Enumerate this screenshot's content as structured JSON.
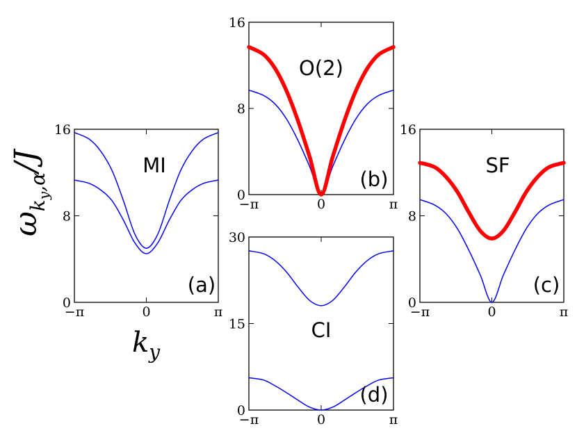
{
  "figure": {
    "ylabel": "ω_{k_y,α}/J",
    "ylabel_main": "ω",
    "ylabel_sub": "k",
    "ylabel_subsub": "y",
    "ylabel_comma": ",α",
    "ylabel_tail": "/J",
    "xlabel": "k_y",
    "xlabel_main": "k",
    "xlabel_sub": "y"
  },
  "colors": {
    "thin_curve": "#0000ff",
    "thick_curve": "#ff0000",
    "axis": "#000000"
  },
  "chart_data": [
    {
      "id": "a",
      "type": "line",
      "tag": "(a)",
      "phase_label": "MI",
      "xlim": [
        -3.14159,
        3.14159
      ],
      "ylim": [
        0,
        16
      ],
      "xticks": [
        "−π",
        "0",
        "π"
      ],
      "yticks": [
        "0",
        "8",
        "16"
      ],
      "series": [
        {
          "style": "thin",
          "x": [
            -3.1416,
            -2.5,
            -2.0,
            -1.5,
            -1.0,
            -0.5,
            0,
            0.5,
            1.0,
            1.5,
            2.0,
            2.5,
            3.1416
          ],
          "values": [
            15.7,
            15.1,
            14.0,
            12.2,
            9.4,
            6.3,
            5.0,
            6.3,
            9.4,
            12.2,
            14.0,
            15.1,
            15.7
          ]
        },
        {
          "style": "thin",
          "x": [
            -3.1416,
            -2.5,
            -2.0,
            -1.5,
            -1.0,
            -0.5,
            0,
            0.5,
            1.0,
            1.5,
            2.0,
            2.5,
            3.1416
          ],
          "values": [
            11.3,
            11.0,
            10.4,
            9.4,
            7.6,
            5.5,
            4.5,
            5.5,
            7.6,
            9.4,
            10.4,
            11.0,
            11.3
          ]
        }
      ]
    },
    {
      "id": "b",
      "type": "line",
      "tag": "(b)",
      "phase_label": "O(2)",
      "xlim": [
        -3.14159,
        3.14159
      ],
      "ylim": [
        0,
        16
      ],
      "xticks": [
        "−π",
        "0",
        "π"
      ],
      "yticks": [
        "0",
        "8",
        "16"
      ],
      "series": [
        {
          "style": "thin",
          "x": [
            -3.1416,
            -2.5,
            -2.0,
            -1.5,
            -1.0,
            -0.5,
            0,
            0.5,
            1.0,
            1.5,
            2.0,
            2.5,
            3.1416
          ],
          "values": [
            9.7,
            9.2,
            8.4,
            7.0,
            5.0,
            2.6,
            0,
            2.6,
            5.0,
            7.0,
            8.4,
            9.2,
            9.7
          ]
        },
        {
          "style": "thick",
          "x": [
            -3.1416,
            -2.5,
            -2.0,
            -1.5,
            -1.0,
            -0.5,
            0,
            0.5,
            1.0,
            1.5,
            2.0,
            2.5,
            3.1416
          ],
          "values": [
            13.7,
            13.0,
            11.7,
            9.6,
            6.8,
            3.5,
            0,
            3.5,
            6.8,
            9.6,
            11.7,
            13.0,
            13.7
          ]
        }
      ]
    },
    {
      "id": "c",
      "type": "line",
      "tag": "(c)",
      "phase_label": "SF",
      "xlim": [
        -3.14159,
        3.14159
      ],
      "ylim": [
        0,
        16
      ],
      "xticks": [
        "−π",
        "0",
        "π"
      ],
      "yticks": [
        "0",
        "8",
        "16"
      ],
      "series": [
        {
          "style": "thin",
          "x": [
            -3.1416,
            -2.5,
            -2.0,
            -1.5,
            -1.0,
            -0.5,
            0,
            0.5,
            1.0,
            1.5,
            2.0,
            2.5,
            3.1416
          ],
          "values": [
            9.5,
            9.0,
            8.2,
            6.8,
            4.8,
            2.5,
            0,
            2.5,
            4.8,
            6.8,
            8.2,
            9.0,
            9.5
          ]
        },
        {
          "style": "thick",
          "x": [
            -3.1416,
            -2.5,
            -2.0,
            -1.5,
            -1.0,
            -0.5,
            0,
            0.5,
            1.0,
            1.5,
            2.0,
            2.5,
            3.1416
          ],
          "values": [
            12.9,
            12.5,
            11.6,
            10.2,
            8.3,
            6.6,
            5.9,
            6.6,
            8.3,
            10.2,
            11.6,
            12.5,
            12.9
          ]
        }
      ]
    },
    {
      "id": "d",
      "type": "line",
      "tag": "(d)",
      "phase_label": "CI",
      "xlim": [
        -3.14159,
        3.14159
      ],
      "ylim": [
        0,
        30
      ],
      "xticks": [
        "−π",
        "0",
        "π"
      ],
      "yticks": [
        "0",
        "15",
        "30"
      ],
      "series": [
        {
          "style": "thin",
          "x": [
            -3.1416,
            -2.5,
            -2.0,
            -1.5,
            -1.0,
            -0.5,
            0,
            0.5,
            1.0,
            1.5,
            2.0,
            2.5,
            3.1416
          ],
          "values": [
            27.6,
            27.1,
            25.9,
            23.9,
            21.3,
            19.0,
            18.1,
            19.0,
            21.3,
            23.9,
            25.9,
            27.1,
            27.6
          ]
        },
        {
          "style": "thin",
          "x": [
            -3.1416,
            -2.5,
            -2.0,
            -1.5,
            -1.0,
            -0.5,
            0,
            0.5,
            1.0,
            1.5,
            2.0,
            2.5,
            3.1416
          ],
          "values": [
            5.6,
            5.2,
            4.2,
            3.0,
            1.7,
            0.5,
            0,
            0.5,
            1.7,
            3.0,
            4.2,
            5.2,
            5.6
          ]
        }
      ]
    }
  ]
}
